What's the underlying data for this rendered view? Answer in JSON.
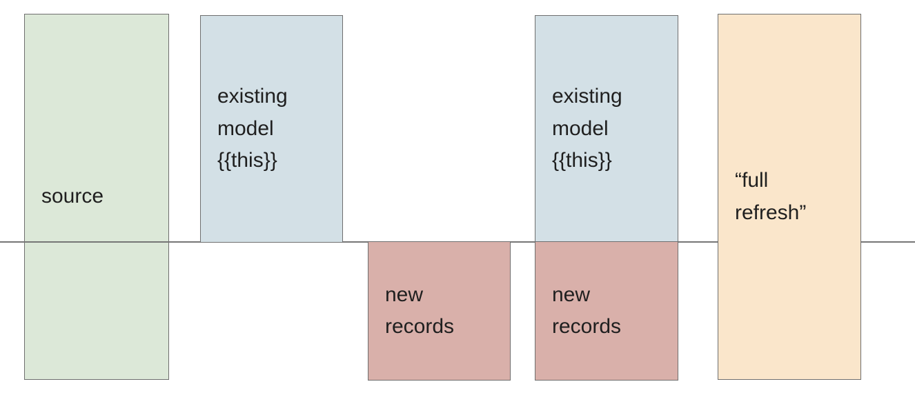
{
  "diagram": {
    "description": "incremental model diagram",
    "baseline": {
      "color": "#757575"
    },
    "boxes": [
      {
        "id": "source",
        "label": "source",
        "fill": "#dce8d8",
        "border": "#6e6e6e"
      },
      {
        "id": "existing-model-1",
        "label": "existing\nmodel\n{{this}}",
        "fill": "#d3e0e6",
        "border": "#6e6e6e"
      },
      {
        "id": "new-records-1",
        "label": "new\nrecords",
        "fill": "#d9b0aa",
        "border": "#6e6e6e"
      },
      {
        "id": "existing-model-2",
        "label": "existing\nmodel\n{{this}}",
        "fill": "#d3e0e6",
        "border": "#6e6e6e"
      },
      {
        "id": "new-records-2",
        "label": "new\nrecords",
        "fill": "#d9b0aa",
        "border": "#6e6e6e"
      },
      {
        "id": "full-refresh",
        "label": "“full\nrefresh”",
        "fill": "#fae6cb",
        "border": "#6e6e6e"
      }
    ]
  }
}
